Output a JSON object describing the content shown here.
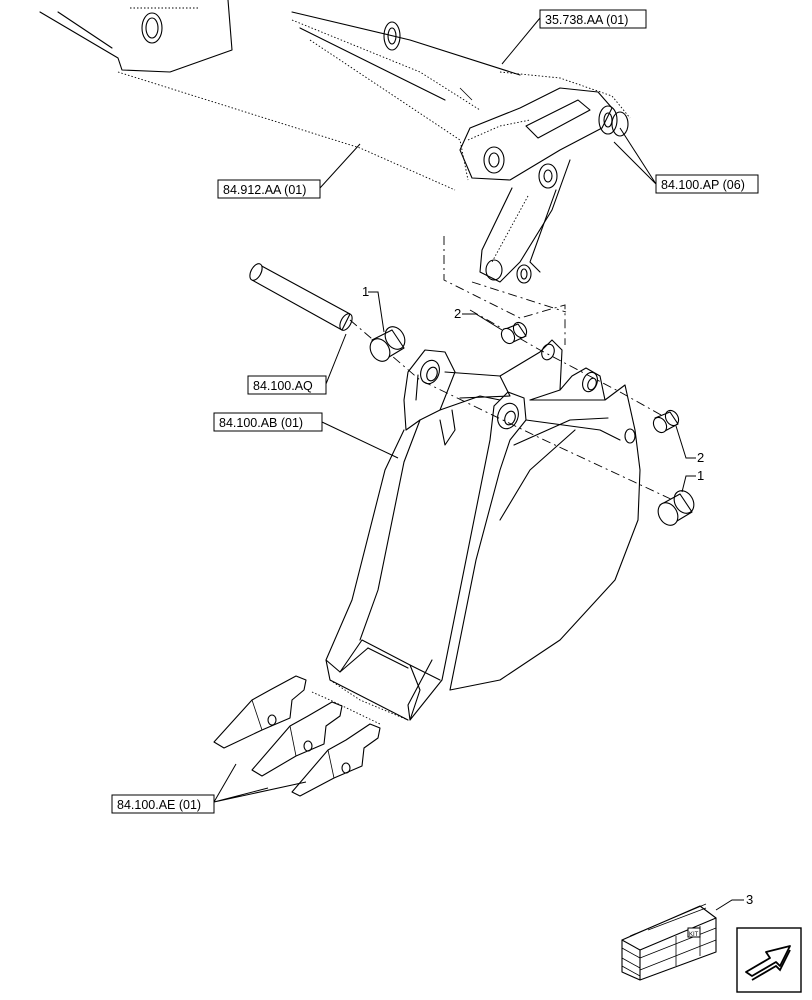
{
  "references": {
    "boom": "35.738.AA (01)",
    "arm": "84.912.AA (01)",
    "link_pins": "84.100.AP (06)",
    "bucket_pin": "84.100.AQ",
    "bucket": "84.100.AB (01)",
    "teeth": "84.100.AE (01)"
  },
  "items": {
    "bushing_a": "1",
    "bushing_b": "1",
    "spacer_a": "2",
    "spacer_b": "2",
    "crate": "3"
  },
  "crate_marking": "KIT",
  "nav_icon": "next-page-arrow-icon"
}
